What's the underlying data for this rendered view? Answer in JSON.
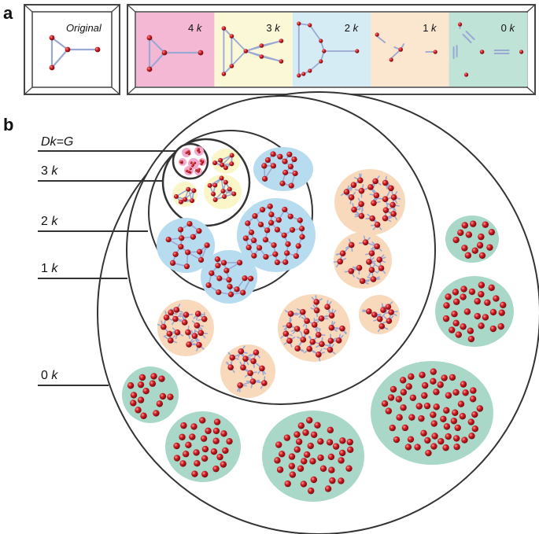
{
  "panels": {
    "a": {
      "letter": "a",
      "original_label": "Original",
      "levels": [
        {
          "num": "4",
          "k": "k",
          "color": "#f4b8d4"
        },
        {
          "num": "3",
          "k": "k",
          "color": "#fbf8d8"
        },
        {
          "num": "2",
          "k": "k",
          "color": "#d6ecf5"
        },
        {
          "num": "1",
          "k": "k",
          "color": "#fbe6cf"
        },
        {
          "num": "0",
          "k": "k",
          "color": "#bfe3d7"
        }
      ]
    },
    "b": {
      "letter": "b",
      "labels": [
        {
          "text": "Dk=G"
        },
        {
          "num": "3",
          "k": "k"
        },
        {
          "num": "2",
          "k": "k"
        },
        {
          "num": "1",
          "k": "k"
        },
        {
          "num": "0",
          "k": "k"
        }
      ]
    }
  },
  "colors": {
    "node": "#c4161c",
    "edge": "#9aa8d4",
    "blue_blob": "#b7dcef",
    "orange_blob": "#f8d9bc",
    "green_blob": "#a9d8c8",
    "yellow_blob": "#faf6c8",
    "pink_blob": "#f2a9cb",
    "frame": "#333333"
  }
}
